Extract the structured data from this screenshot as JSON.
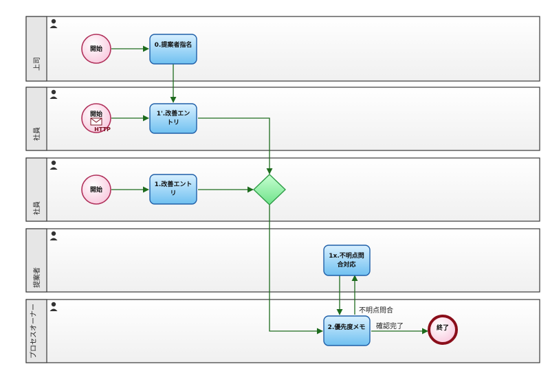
{
  "lanes": [
    {
      "label": "上司"
    },
    {
      "label": "社員"
    },
    {
      "label": "社員"
    },
    {
      "label": "提案者"
    },
    {
      "label": "プロセスオーナー"
    }
  ],
  "events": {
    "start1": "開始",
    "start2": "開始",
    "start2_badge": "HTTP",
    "start3": "開始",
    "end": "終了"
  },
  "tasks": {
    "t0": [
      "0.提案者指名"
    ],
    "t1p": [
      "1'.改善エン",
      "トリ"
    ],
    "t1": [
      "1.改善エント",
      "リ"
    ],
    "t1x": [
      "1x.不明点問",
      "合対応"
    ],
    "t2": [
      "2.優先度メモ"
    ]
  },
  "flows": {
    "inquiry": "不明点問合",
    "confirmed": "確認完了"
  },
  "colors": {
    "lane_border": "#3a3a3a",
    "lane_header": "#e6e6e6",
    "task_fill": "#8fd0f5",
    "task_border": "#1f5fa8",
    "start_fill": "#fde4ef",
    "start_border": "#b0305a",
    "end_border": "#8a0e1a",
    "gateway_fill": "#8cf0a0",
    "gateway_border": "#2f9c47",
    "flow": "#1d6b1d"
  }
}
